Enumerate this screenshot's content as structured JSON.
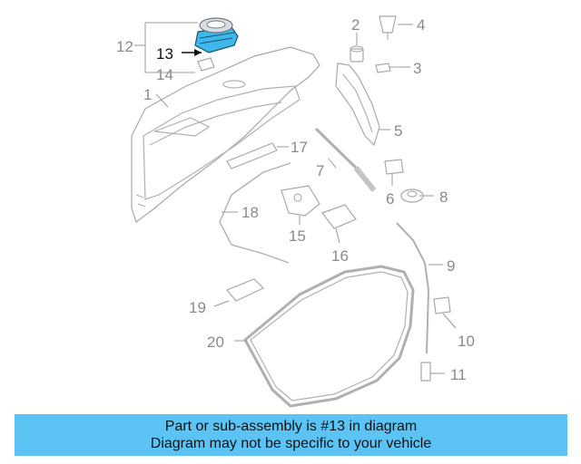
{
  "diagram": {
    "labels": [
      {
        "id": "1",
        "text": "1"
      },
      {
        "id": "2",
        "text": "2"
      },
      {
        "id": "3",
        "text": "3"
      },
      {
        "id": "4",
        "text": "4"
      },
      {
        "id": "5",
        "text": "5"
      },
      {
        "id": "6",
        "text": "6"
      },
      {
        "id": "7",
        "text": "7"
      },
      {
        "id": "8",
        "text": "8"
      },
      {
        "id": "9",
        "text": "9"
      },
      {
        "id": "10",
        "text": "10"
      },
      {
        "id": "11",
        "text": "11"
      },
      {
        "id": "12",
        "text": "12"
      },
      {
        "id": "13",
        "text": "13"
      },
      {
        "id": "14",
        "text": "14"
      },
      {
        "id": "15",
        "text": "15"
      },
      {
        "id": "16",
        "text": "16"
      },
      {
        "id": "17",
        "text": "17"
      },
      {
        "id": "18",
        "text": "18"
      },
      {
        "id": "19",
        "text": "19"
      },
      {
        "id": "20",
        "text": "20"
      }
    ],
    "highlighted_part": "13",
    "highlight_color": "#3cb8ec"
  },
  "banner": {
    "line1": "Part or sub-assembly is #13 in diagram",
    "line2": "Diagram may not be specific to your vehicle",
    "color": "#5bc4f5"
  }
}
